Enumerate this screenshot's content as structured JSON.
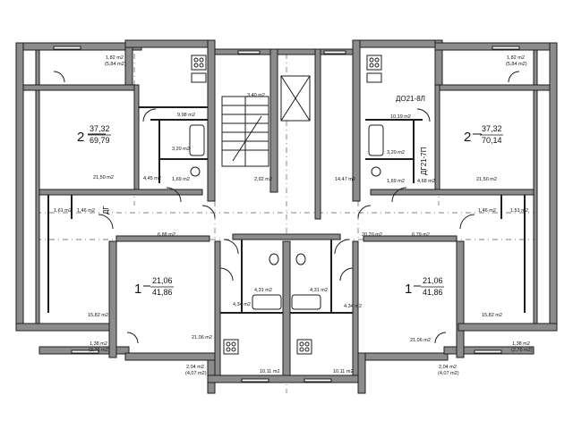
{
  "rooms": {
    "apt_nw": {
      "number": "2",
      "living_area": "37,32",
      "total_area": "69,79"
    },
    "apt_ne": {
      "number": "2",
      "living_area": "37,32",
      "total_area": "70,14"
    },
    "apt_sw": {
      "number": "1",
      "living_area": "21,06",
      "total_area": "41,86"
    },
    "apt_se": {
      "number": "1",
      "living_area": "21,06",
      "total_area": "41,86"
    }
  },
  "areas": {
    "balcony_nw": "1,82 m2",
    "balcony_nw_sub": "(5,84 m2)",
    "balcony_ne": "1,82 m2",
    "balcony_ne_sub": "(5,84 m2)",
    "kitchen_nw": "9,98 m2",
    "bath_nw": "3,20 m2",
    "wc_nw": "1,69 m2",
    "hall_nw": "4,45 m2",
    "room_nw": "21,50 m2",
    "stair": "3,40 m2",
    "lobby_w": "2,92 m2",
    "lift": "14,47 m2",
    "kitchen_ne": "10,19 m2",
    "bath_ne": "3,20 m2",
    "wc_ne": "1,69 m2",
    "hall_ne": "4,68 m2",
    "room_ne": "21,50 m2",
    "store_nw": "1,61 m2",
    "store_nw2": "1,46 m2",
    "corridor_w": "6,88 m2",
    "corridor_e": "20,20 m2",
    "corridor_e2": "6,79 m2",
    "store_ne": "1,46 m2",
    "store_ne2": "1,51 m2",
    "bath_sw": "4,31 m2",
    "bath_se": "4,31 m2",
    "hall_sw": "4,34 m2",
    "hall_se": "4,34 m2",
    "room_w": "15,82 m2",
    "room_e": "15,82 m2",
    "room_sw": "21,06 m2",
    "room_se": "21,06 m2",
    "balc_sw": "1,38 m2",
    "balc_sw_sub": "(2,76 m2)",
    "balc_se": "1,38 m2",
    "balc_se_sub": "(2,76 m2)",
    "loggia_sw": "2,04 m2",
    "loggia_sw_sub": "(4,07 m2)",
    "loggia_se": "2,04 m2",
    "loggia_se_sub": "(4,07 m2)",
    "kitchen_sw": "10,11 m2",
    "kitchen_se": "10,11 m2"
  },
  "codes": {
    "door_ne": "ДО21-8Л",
    "door_ne_side": "ДГ21-7П",
    "door_nw_side": "ДГ"
  }
}
